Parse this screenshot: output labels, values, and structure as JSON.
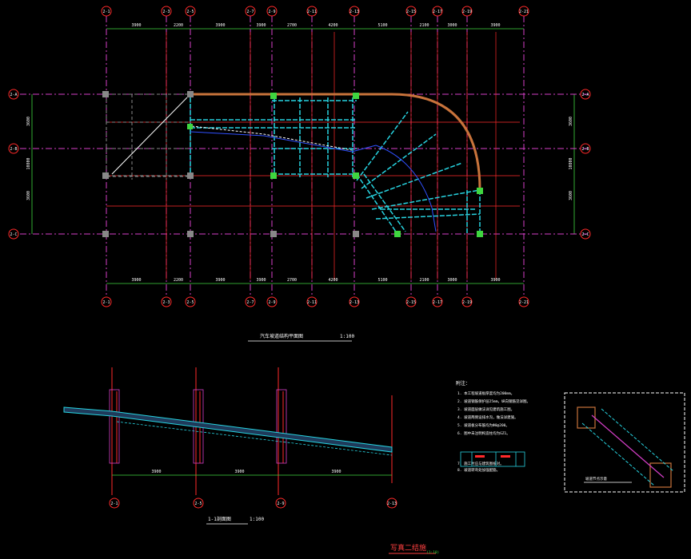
{
  "grid_bubbles_top": [
    "2-1",
    "2-3",
    "2-5",
    "2-7",
    "2-9",
    "2-11",
    "2-13",
    "2-15",
    "2-17",
    "2-19",
    "2-21"
  ],
  "grid_bubbles_bottom": [
    "2-1",
    "2-3",
    "2-5",
    "2-7",
    "2-9",
    "2-11",
    "2-13",
    "2-15",
    "2-17",
    "2-19",
    "2-21"
  ],
  "grid_bubbles_left": [
    "2-A",
    "2-B",
    "2-C"
  ],
  "grid_bubbles_right": [
    "2-A",
    "2-B",
    "2-C"
  ],
  "dims_top": [
    "3900",
    "2200",
    "3900",
    "3900",
    "2700",
    "4200",
    "5100",
    "2100",
    "3000",
    "3900"
  ],
  "dims_bottom": [
    "3900",
    "2200",
    "3900",
    "3900",
    "2700",
    "4200",
    "5100",
    "2100",
    "3000",
    "3900"
  ],
  "dims_left": [
    "3600",
    "10800",
    "3600"
  ],
  "dims_right": [
    "3600",
    "10800",
    "3600"
  ],
  "plan_title": "汽车坡道结构平面图",
  "plan_scale": "1:100",
  "section_title": "1-1剖面图",
  "section_scale": "1:100",
  "notes_title": "附注：",
  "notes": [
    "1. 本工程坡道板厚度均为200mm。",
    "2. 坡道钢筋保护层25mm，纵向钢筋见详图。",
    "3. 坡道面层做法详见建筑施工图。",
    "4. 坡道两侧设排水沟，做法详建施。",
    "5. 坡道板分布筋均为Φ8@200。",
    "6. 图中未注明构造柱均为GZ1。",
    "7. 施工时应与建筑图核对。",
    "8. 坡道转弯处加强配筋。"
  ],
  "stamp_text": "写真二结施",
  "stamp_sub": "(1:10)",
  "detail_label": "坡道节点示意",
  "section_grid_labels": [
    "2-1",
    "2-5",
    "2-9",
    "2-13"
  ],
  "section_dims": [
    "3900",
    "3900",
    "3900"
  ],
  "colors": {
    "grid_magenta": "#d63fc9",
    "frame_green": "#3fd63f",
    "cyan": "#27d3e0",
    "beam_orange": "#c8733b",
    "red": "#ff2a2a",
    "blue": "#3050ff"
  }
}
